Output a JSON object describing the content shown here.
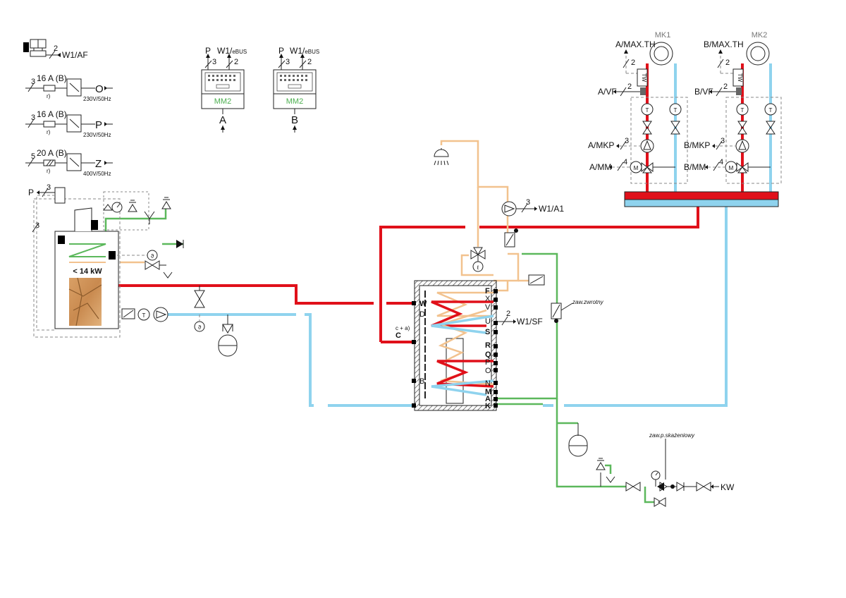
{
  "legend": {
    "af_label": "W1/AF",
    "af_wires": "2",
    "row_o": {
      "wires": "3",
      "fuse": "16 A (B)",
      "fuse_sub": "r)",
      "letter": "O",
      "supply": "230V/50Hz"
    },
    "row_p": {
      "wires": "3",
      "fuse": "16 A (B)",
      "fuse_sub": "r)",
      "letter": "P",
      "supply": "230V/50Hz"
    },
    "row_z": {
      "wires": "5",
      "fuse": "20 A (B)",
      "fuse_sub": "r)",
      "letter": "Z",
      "supply": "400V/50Hz"
    }
  },
  "modules": [
    {
      "p": "P",
      "p_wires": "3",
      "bus": "W1/",
      "bus_sub": "eBUS",
      "bus_wires": "2",
      "name": "MM2",
      "circuit": "A"
    },
    {
      "p": "P",
      "p_wires": "3",
      "bus": "W1/",
      "bus_sub": "eBUS",
      "bus_wires": "2",
      "name": "MM2",
      "circuit": "B"
    }
  ],
  "boiler": {
    "p": "P",
    "p_wires": "3",
    "side_wires": "3",
    "power": "< 14 kW"
  },
  "circuits": [
    {
      "name": "MK1",
      "max": "A/MAX.TH",
      "max_wires": "2",
      "vf": "A/VF",
      "vf_wires": "2",
      "mkp": "A/MKP",
      "mkp_wires": "3",
      "mm": "A/MM",
      "mm_wires": "4",
      "tw": "TW",
      "t": "T",
      "m": "M"
    },
    {
      "name": "MK2",
      "max": "B/MAX.TH",
      "max_wires": "2",
      "vf": "B/VF",
      "vf_wires": "2",
      "mkp": "B/MKP",
      "mkp_wires": "3",
      "mm": "B/MM",
      "mm_wires": "4",
      "tw": "TW",
      "t": "T",
      "m": "M"
    }
  ],
  "tank": {
    "ports_right": [
      "F",
      "X",
      "V",
      "U",
      "S",
      "R",
      "Q",
      "P",
      "O",
      "N",
      "M",
      "A",
      "K"
    ],
    "ports_left": {
      "w": "W",
      "d": "D",
      "c": "C",
      "c_note": "c + a)",
      "b": "B"
    },
    "sf": "W1/SF",
    "sf_wires": "2"
  },
  "pump_a1": "W1/A1",
  "pump_a1_wires": "3",
  "mixer_symbol": "ϑ",
  "check_valve_label": "zaw.zwrotny",
  "contamination_valve_label": "zaw.p.skażeniowy",
  "cold_water": "KW",
  "colors": {
    "flow": "#e0101a",
    "return": "#8fd3ee",
    "cold_water": "#5cb85c",
    "dhw": "#f2c28e",
    "module_text": "#4caf50"
  }
}
